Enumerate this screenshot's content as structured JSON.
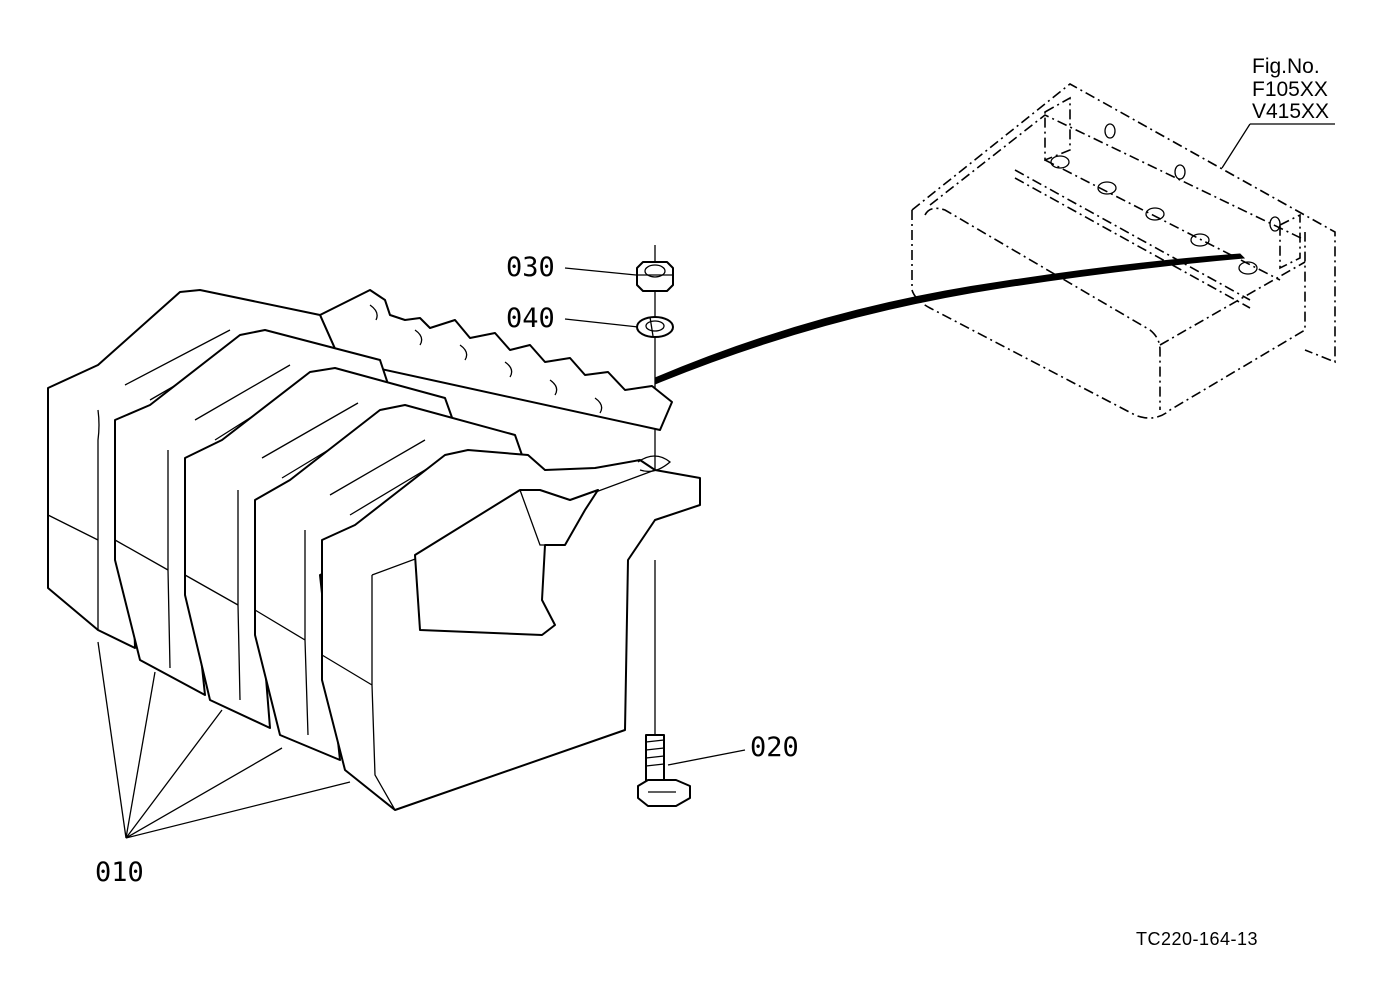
{
  "figure": {
    "ref_line1": "Fig.No.",
    "ref_line2": "F105XX",
    "ref_line3": "V415XX",
    "drawing_code": "TC220-164-13"
  },
  "callouts": {
    "weights": "010",
    "bolt": "020",
    "nut": "030",
    "washer": "040"
  }
}
